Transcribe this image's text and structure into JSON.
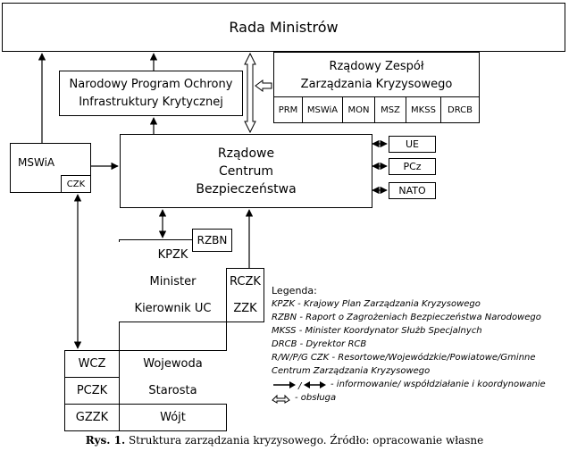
{
  "rada": "Rada Ministrów",
  "npo": [
    "Narodowy Program Ochrony",
    "Infrastruktury Krytycznej"
  ],
  "rzz": {
    "title": [
      "Rządowy Zespół",
      "Zarządzania Kryzysowego"
    ],
    "members": [
      "PRM",
      "MSWiA",
      "MON",
      "MSZ",
      "MKSS",
      "DRCB"
    ]
  },
  "mswia": "MSWiA",
  "czk": "CZK",
  "rcb": [
    "Rządowe",
    "Centrum",
    "Bezpieczeństwa"
  ],
  "outputs": [
    "UE",
    "PCz",
    "NATO"
  ],
  "rzbn": "RZBN",
  "stack": [
    "KPZK",
    "Minister",
    "Kierownik UC",
    "Wojewoda",
    "Starosta",
    "Wójt"
  ],
  "side_right": [
    "RCZK",
    "ZZK"
  ],
  "side_left": [
    "WCZ",
    "PCZK",
    "GZZK"
  ],
  "legend": {
    "title": "Legenda:",
    "lines": [
      "KPZK - Krajowy Plan Zarządzania Kryzysowego",
      "RZBN - Raport o Zagrożeniach Bezpieczeństwa  Narodowego",
      "MKSS - Minister Koordynator Służb Specjalnych",
      "DRCB - Dyrektor RCB",
      "R/W/P/G CZK - Resortowe/Wojewódzkie/Powiatowe/Gminne",
      "Centrum Zarządzania Kryzysowego"
    ],
    "arrow_text": "- informowanie/ współdziałanie i koordynowanie",
    "service_text": "- obsługa"
  },
  "caption": {
    "label": "Rys. 1.",
    "text": "Struktura zarządzania kryzysowego. Źródło: opracowanie własne"
  }
}
